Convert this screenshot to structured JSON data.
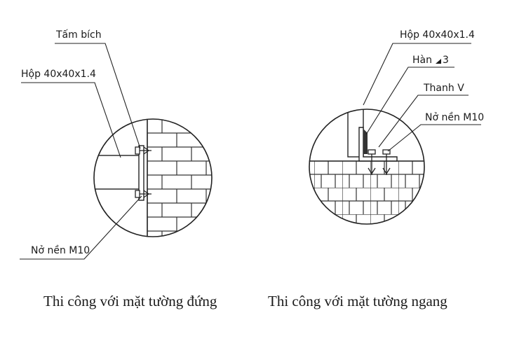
{
  "left_detail": {
    "labels": {
      "flange_plate": "Tấm bích",
      "box_profile": "Hộp 40x40x1.4",
      "anchor_bolt": "Nở nền M10"
    },
    "caption": "Thi công với mặt tường đứng"
  },
  "right_detail": {
    "labels": {
      "box_profile": "Hộp 40x40x1.4",
      "weld": "Hàn",
      "weld_size": "3",
      "angle_bar": "Thanh V",
      "anchor_bolt": "Nở nền M10"
    },
    "caption": "Thi công với mặt tường ngang"
  },
  "colors": {
    "ink": "#1a1a1a",
    "paper": "#ffffff"
  }
}
